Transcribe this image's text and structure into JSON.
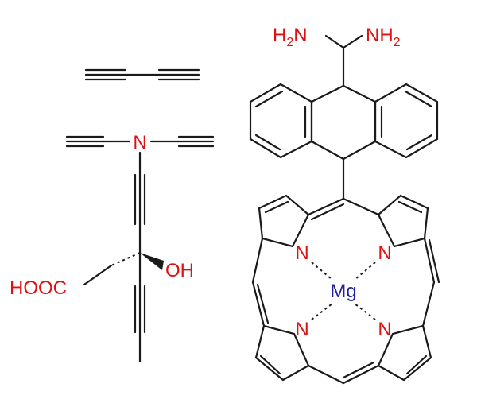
{
  "colors": {
    "bond": "#1a1a1a",
    "heteroatom": "#e01010",
    "metal": "#2020a0"
  },
  "butadiyne": {},
  "amine_diyne": {
    "n_label": "N"
  },
  "hydroxy_acid": {
    "oh_label": "OH",
    "cooh_label": "HOOC"
  },
  "porphyrin": {
    "amine_left_label": "H",
    "amine_left_sub": "2",
    "amine_left_n": "N",
    "amine_right_label": "NH",
    "amine_right_sub": "2",
    "n_top_left": "N",
    "n_top_right": "N",
    "n_bottom_left": "N",
    "n_bottom_right": "N",
    "metal_label": "Mg"
  }
}
